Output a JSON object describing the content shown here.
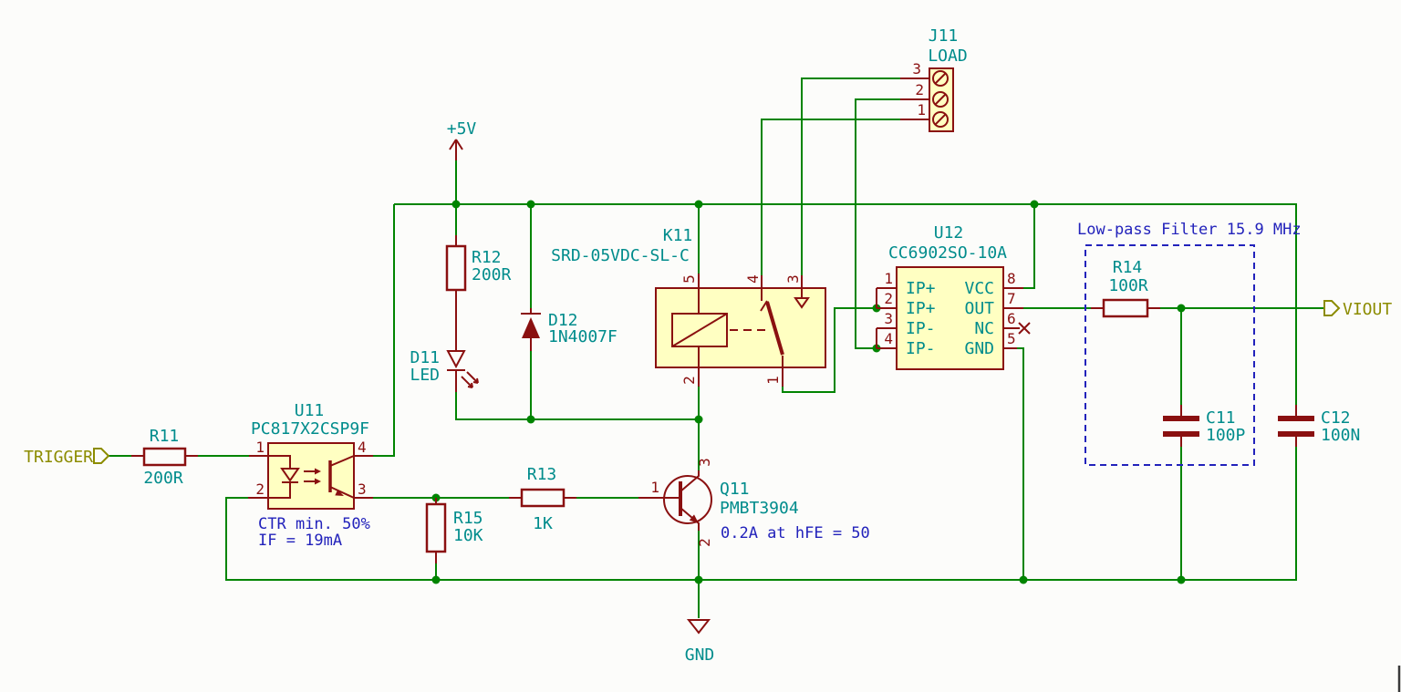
{
  "colors": {
    "wire": "#008400",
    "device": "#8A1010",
    "labelc": "#008C8C",
    "notec": "#2222BB",
    "portc": "#8C8C00",
    "fillc": "#FFFFC2",
    "bg": "#FCFCFA"
  },
  "ports": {
    "input": "TRIGGER",
    "output": "VIOUT"
  },
  "power": {
    "rail": "+5V",
    "ground": "GND"
  },
  "annotations": {
    "filter_title": "Low-pass Filter 15.9 MHz",
    "opto_note1": "CTR min. 50%",
    "opto_note2": "IF = 19mA",
    "bjt_note": "0.2A at hFE = 50"
  },
  "components": {
    "R11": {
      "ref": "R11",
      "value": "200R"
    },
    "R12": {
      "ref": "R12",
      "value": "200R"
    },
    "R13": {
      "ref": "R13",
      "value": "1K"
    },
    "R14": {
      "ref": "R14",
      "value": "100R"
    },
    "R15": {
      "ref": "R15",
      "value": "10K"
    },
    "C11": {
      "ref": "C11",
      "value": "100P"
    },
    "C12": {
      "ref": "C12",
      "value": "100N"
    },
    "D11": {
      "ref": "D11",
      "value": "LED"
    },
    "D12": {
      "ref": "D12",
      "value": "1N4007F"
    },
    "Q11": {
      "ref": "Q11",
      "value": "PMBT3904",
      "pins": {
        "base": "1",
        "emitter": "2",
        "collector": "3"
      }
    },
    "U11": {
      "ref": "U11",
      "value": "PC817X2CSP9F",
      "pins": [
        "1",
        "2",
        "3",
        "4"
      ]
    },
    "U12": {
      "ref": "U12",
      "value": "CC6902SO-10A",
      "numbers_left": [
        "1",
        "2",
        "3",
        "4"
      ],
      "numbers_right": [
        "8",
        "7",
        "6",
        "5"
      ],
      "names_left": [
        "IP+",
        "IP+",
        "IP-",
        "IP-"
      ],
      "names_right": [
        "VCC",
        "OUT",
        "NC",
        "GND"
      ]
    },
    "K11": {
      "ref": "K11",
      "value": "SRD-05VDC-SL-C",
      "pins": [
        "1",
        "2",
        "3",
        "4",
        "5"
      ]
    },
    "J11": {
      "ref": "J11",
      "value": "LOAD",
      "pins": [
        "1",
        "2",
        "3"
      ]
    }
  }
}
